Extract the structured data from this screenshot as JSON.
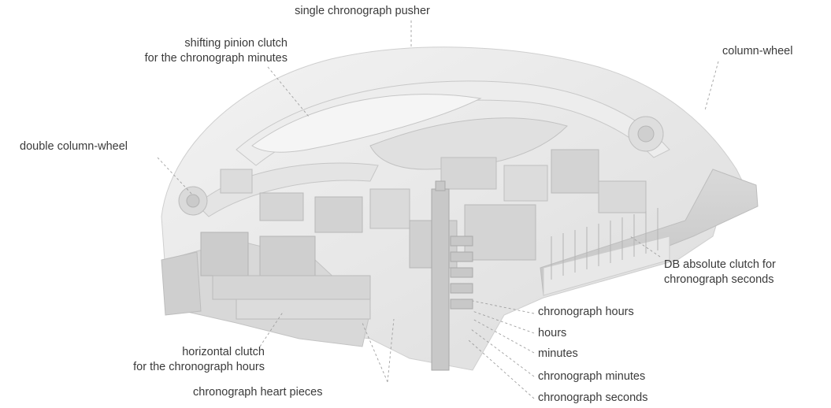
{
  "labels": {
    "single_pusher": "single chronograph pusher",
    "shifting_pinion": [
      "shifting pinion clutch",
      "for the chronograph minutes"
    ],
    "column_wheel": "column-wheel",
    "double_column_wheel": "double column-wheel",
    "db_clutch": [
      "DB absolute clutch for",
      "chronograph seconds"
    ],
    "chrono_hours": "chronograph hours",
    "hours": "hours",
    "minutes": "minutes",
    "chrono_minutes": "chronograph minutes",
    "chrono_seconds": "chronograph seconds",
    "horizontal_clutch": [
      "horizontal clutch",
      "for the chronograph hours"
    ],
    "heart_pieces": "chronograph heart pieces"
  },
  "colors": {
    "text": "#3a3a3a",
    "leader": "#a0a0a0",
    "movement_base": "#e6e6e6",
    "movement_light": "#f2f2f2",
    "movement_mid": "#d2d2d2",
    "movement_dark": "#b9b9b9"
  }
}
